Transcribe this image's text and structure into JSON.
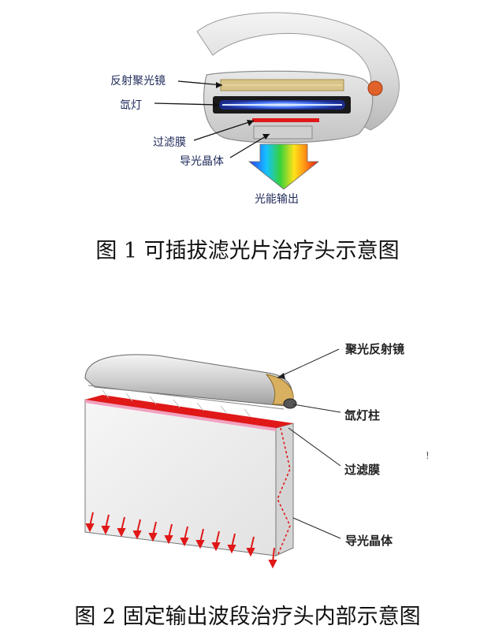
{
  "figure1": {
    "caption": "图 1 可插拔滤光片治疗头示意图",
    "labels": {
      "reflector": "反射聚光镜",
      "lamp": "氙灯",
      "filter": "过滤膜",
      "crystal": "导光晶体",
      "output": "光能输出"
    }
  },
  "figure2": {
    "caption": "图 2 固定输出波段治疗头内部示意图",
    "labels": {
      "reflector": "聚光反射镜",
      "lamp": "氙灯柱",
      "filter": "过滤膜",
      "crystal": "导光晶体"
    },
    "side_mark": "!"
  },
  "colors": {
    "reflector_gold": "#d8c489",
    "lamp_blue": "#3a6bff",
    "filter_red": "#e01818",
    "crystal_gray": "#ededed",
    "shell_gray": "#d9d9d9",
    "button_orange": "#e0622a",
    "label_navy": "#1f2a5a"
  }
}
